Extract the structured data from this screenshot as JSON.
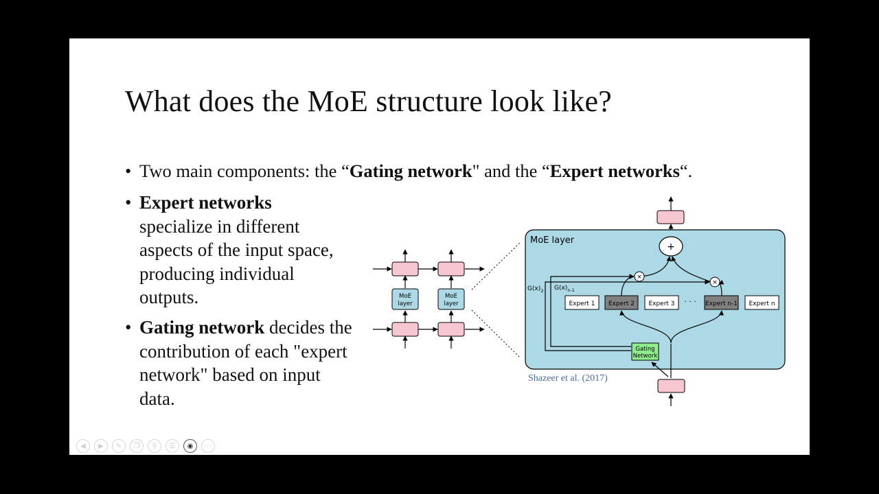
{
  "slide": {
    "title": "What does the MoE structure look like?",
    "bullets": [
      {
        "pre": "Two main components: the “",
        "bold1": "Gating network",
        "mid": "\" and the “",
        "bold2": "Expert networks",
        "post": "“."
      },
      {
        "bold": "Expert networks",
        "text": "specialize in different aspects of the input space, producing individual outputs."
      },
      {
        "bold": "Gating network",
        "text": " decides the contribution of each \"expert network\" based on input data."
      }
    ],
    "bullet_symbol": "•",
    "citation": "Shazeer et al. (2017)"
  },
  "diagram": {
    "moe_layer_label": "MoE layer",
    "small_moe_label_line1": "MoE",
    "small_moe_label_line2": "layer",
    "plus_symbol": "+",
    "times_symbol": "×",
    "g_labels": [
      "G(x)",
      "G(x)"
    ],
    "g_subs": [
      "2",
      "n-1"
    ],
    "experts": [
      "Expert 1",
      "Expert 2",
      "Expert 3",
      "Expert n-1",
      "Expert n"
    ],
    "ellipsis": "· · ·",
    "gating_line1": "Gating",
    "gating_line2": "Network",
    "colors": {
      "moe_bg": "#add8e6",
      "box_pink": "#f7c6d0",
      "gating_green": "#90ee90",
      "expert_active": "#808080"
    }
  },
  "toolbar": {
    "icons": [
      "prev-icon",
      "next-icon",
      "pen-icon",
      "copy-icon",
      "zoom-icon",
      "menu-icon",
      "camera-icon",
      "more-icon"
    ]
  }
}
